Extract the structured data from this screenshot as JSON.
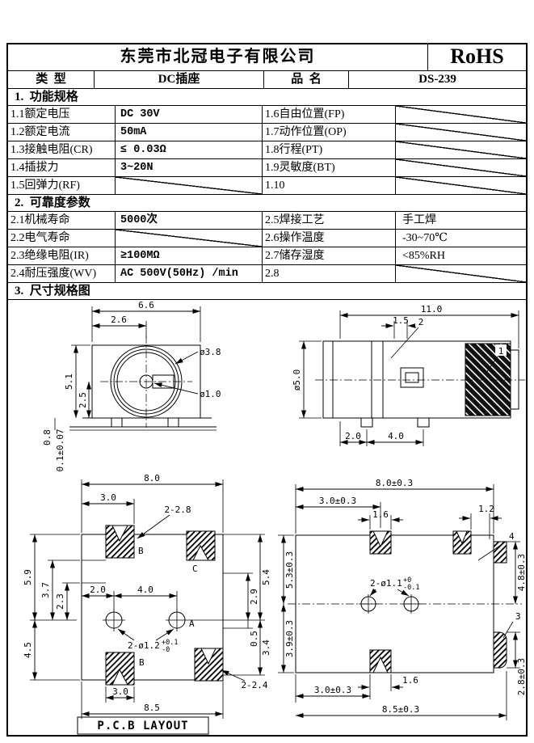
{
  "header": {
    "company": "东莞市北冠电子有限公司",
    "cert": "RoHS"
  },
  "title_row": {
    "type_label": "类  型",
    "type_value": "DC插座",
    "name_label": "品  名",
    "name_value": "DS-239"
  },
  "section1": {
    "title": "1.  功能规格",
    "rows": [
      {
        "l1": "1.1额定电压",
        "v1": "DC 30V",
        "l2": "1.6自由位置(FP)"
      },
      {
        "l1": "1.2额定电流",
        "v1": "50mA",
        "l2": "1.7动作位置(OP)"
      },
      {
        "l1": "1.3接触电阻(CR)",
        "v1": "≤ 0.03Ω",
        "l2": "1.8行程(PT)"
      },
      {
        "l1": "1.4插拔力",
        "v1": "3~20N",
        "l2": "1.9灵敏度(BT)"
      },
      {
        "l1": "1.5回弹力(RF)",
        "l2": "1.10"
      }
    ]
  },
  "section2": {
    "title": "2.  可靠度参数",
    "rows": [
      {
        "l1": "2.1机械寿命",
        "v1": "5000次",
        "l2": "2.5焊接工艺",
        "v2": "手工焊"
      },
      {
        "l1": "2.2电气寿命",
        "l2": "2.6操作温度",
        "v2": "-30~70℃"
      },
      {
        "l1": "2.3绝缘电阻(IR)",
        "v1": "≥100MΩ",
        "l2": "2.7储存湿度",
        "v2": "<85%RH"
      },
      {
        "l1": "2.4耐压强度(WV)",
        "v1": "AC 500V(50Hz) /min",
        "l2": "2.8"
      }
    ]
  },
  "section3": {
    "title": "3.  尺寸规格图"
  },
  "front": {
    "w": "6.6",
    "w2": "2.6",
    "dia_outer": "ø3.8",
    "dia_pin": "ø1.0",
    "h": "5.1",
    "h2": "2.5",
    "foot": "0.8",
    "pcb": "0.1±0.07"
  },
  "side": {
    "w": "11.0",
    "w2": "1.5",
    "dia": "ø5.0",
    "pitch1": "2.0",
    "pitch2": "4.0",
    "callout1": "1",
    "callout2": "2"
  },
  "pcb": {
    "title": "P.C.B LAYOUT",
    "w": "8.0",
    "w2": "3.0",
    "pads_top": "2-2.8",
    "left1": "5.9",
    "left2": "3.7",
    "left3": "2.3",
    "left4": "4.5",
    "pitch1": "2.0",
    "pitch2": "4.0",
    "right1": "5.4",
    "right2": "2.9",
    "right3": "0.5",
    "right4": "3.4",
    "holes": "2-ø1.2",
    "holes_tol_up": "+0.1",
    "holes_tol_dn": "-0",
    "pad_a": "A",
    "pad_b": "B",
    "pad_c": "C",
    "pads_bot": "2-2.4",
    "b1": "3.0",
    "wb": "8.5"
  },
  "bottom": {
    "w": "8.0±0.3",
    "w2": "3.0±0.3",
    "w3": "1.6",
    "w4": "1.2",
    "left1": "5.3±0.3",
    "left2": "3.9±0.3",
    "right1": "4.8±0.3",
    "right2": "2.8±0.3",
    "holes": "2-ø1.1",
    "holes_tol_up": "+0",
    "holes_tol_dn": "-0.1",
    "callout3": "3",
    "callout4": "4",
    "b1": "3.0±0.3",
    "b2": "1.6",
    "wb": "8.5±0.3"
  }
}
